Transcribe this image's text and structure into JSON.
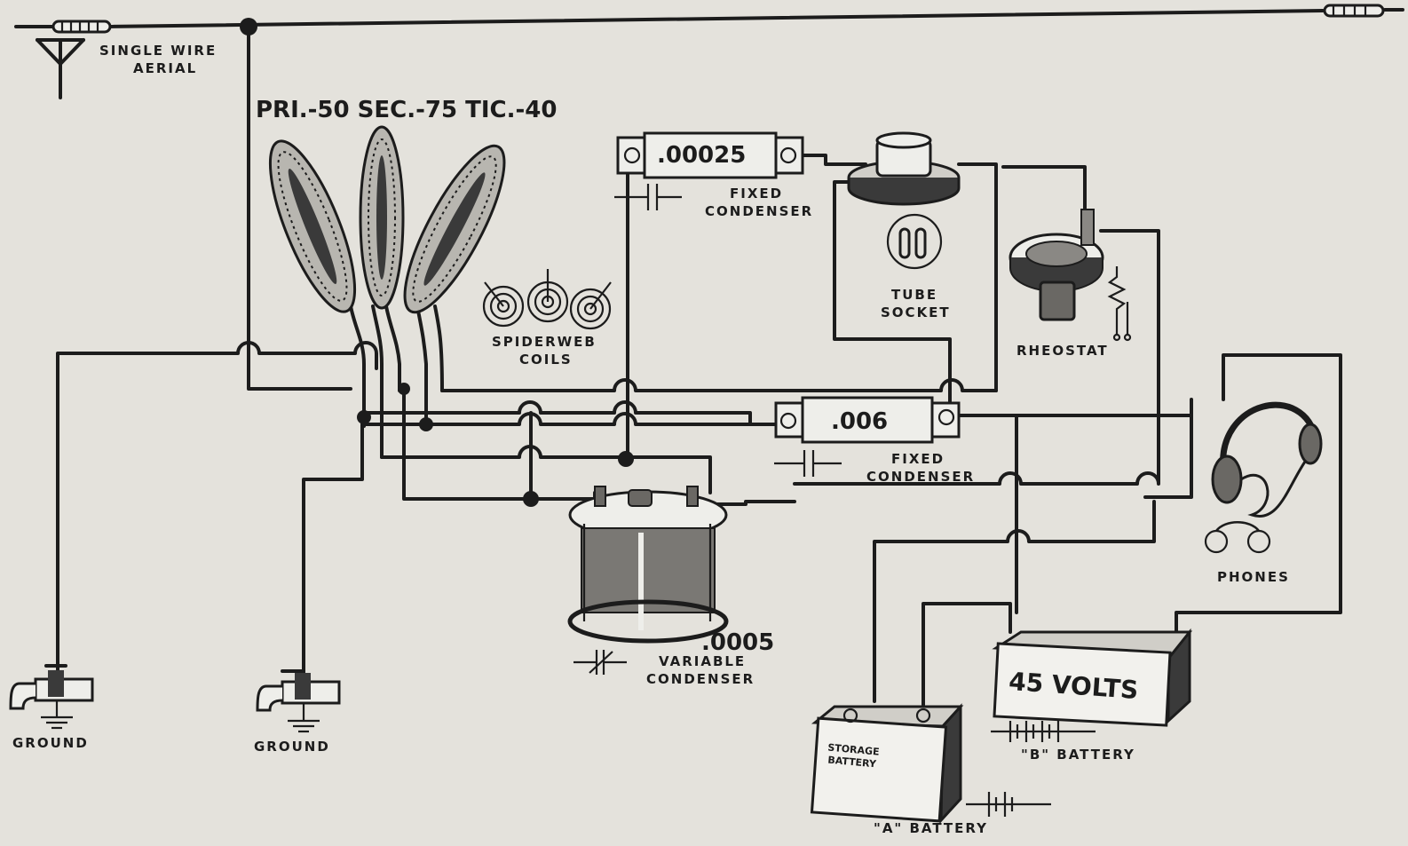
{
  "labels": {
    "aerial_line1": "SINGLE  WIRE",
    "aerial_line2": "AERIAL",
    "coil_spec": "PRI.-50  SEC.-75  TIC.-40",
    "spiderweb_line1": "SPIDERWEB",
    "spiderweb_line2": "COILS",
    "cap_top_value": ".00025",
    "cap_top_line1": "FIXED",
    "cap_top_line2": "CONDENSER",
    "tube_line1": "TUBE",
    "tube_line2": "SOCKET",
    "rheostat": "RHEOSTAT",
    "cap_mid_value": ".006",
    "cap_mid_line1": "FIXED",
    "cap_mid_line2": "CONDENSER",
    "variable_value": ".0005",
    "variable_line1": "VARIABLE",
    "variable_line2": "CONDENSER",
    "phones": "PHONES",
    "ground_left": "GROUND",
    "ground_right": "GROUND",
    "b_battery_value": "45 VOLTS",
    "b_battery_label": "\"B\"  BATTERY",
    "a_battery_text1": "STORAGE",
    "a_battery_text2": "BATTERY",
    "a_battery_label": "\"A\"  BATTERY"
  },
  "icons": [
    "antenna-icon",
    "insulator-icon",
    "spiderweb-coil-icon",
    "fixed-condenser-icon",
    "tube-socket-icon",
    "rheostat-icon",
    "variable-condenser-icon",
    "headphones-icon",
    "faucet-ground-icon",
    "battery-icon"
  ],
  "colors": {
    "paper": "#e4e2dc",
    "ink": "#1c1c1c"
  }
}
